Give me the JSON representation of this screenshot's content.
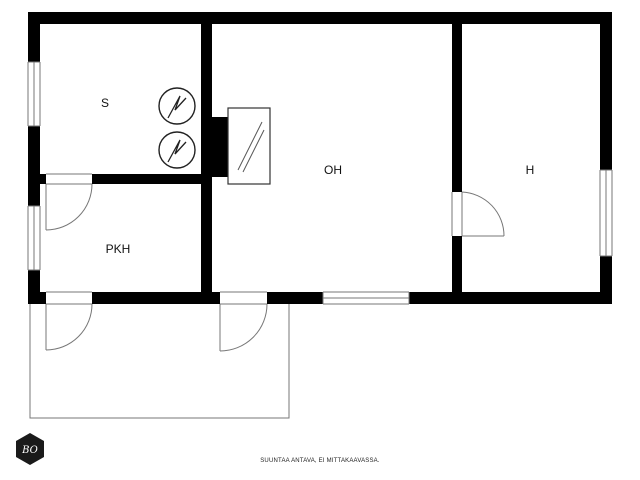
{
  "rooms": {
    "sauna": "S",
    "washroom": "PKH",
    "living_room": "OH",
    "bedroom": "H"
  },
  "footer": {
    "note": "SUUNTAA ANTAVA, EI MITTAKAAVASSA."
  },
  "logo": {
    "text": "BO"
  },
  "colors": {
    "wall": "#000000",
    "line": "#777777",
    "background": "#ffffff"
  }
}
